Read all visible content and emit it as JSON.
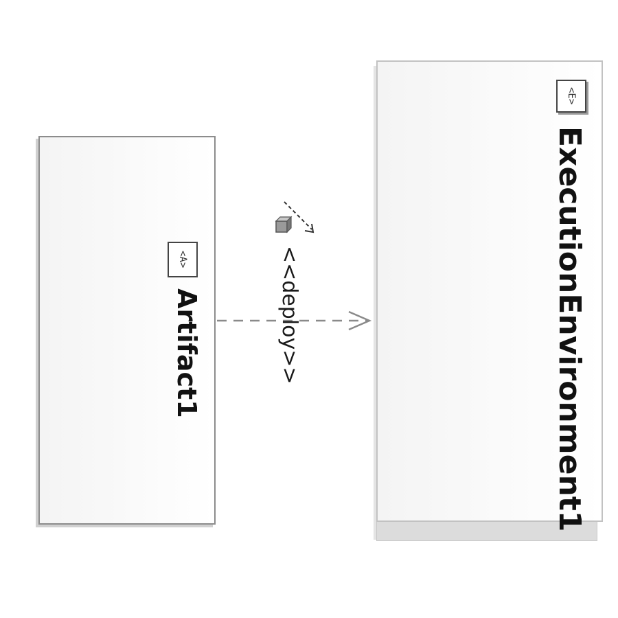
{
  "diagram": {
    "artifact": {
      "name": "Artifact1",
      "icon_label": "<A>",
      "icon": "artifact-icon"
    },
    "execution_environment": {
      "name": "ExecutionEnvironment1",
      "icon_label": "<E>",
      "icon": "execution-environment-icon"
    },
    "relationship": {
      "label": "<<deploy>>",
      "icon": "deployment-icon",
      "line_style": "dashed",
      "arrow": "open"
    },
    "colors": {
      "node_border": "#8c8c8c",
      "connector": "#8a8a8a",
      "text": "#111111"
    }
  }
}
